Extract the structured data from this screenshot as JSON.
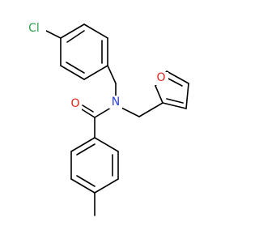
{
  "molecule": {
    "atoms": {
      "chlorine": {
        "symbol": "Cl",
        "color": "#2ea34a"
      },
      "furan_oxygen": {
        "symbol": "O",
        "color": "#e0261a"
      },
      "carbonyl_oxygen": {
        "symbol": "O",
        "color": "#e0261a"
      },
      "amide_nitrogen": {
        "symbol": "N",
        "color": "#2b3fe0"
      }
    },
    "bond_color": "#000000",
    "background": "#ffffff"
  }
}
